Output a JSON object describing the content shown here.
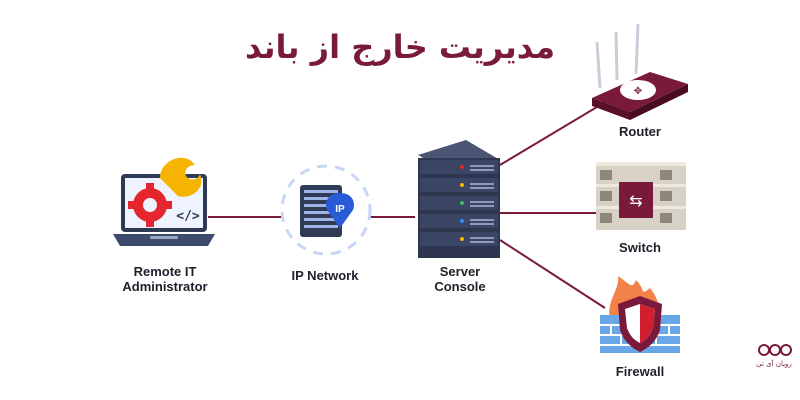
{
  "title": "مدیریت خارج از باند",
  "nodes": {
    "admin": {
      "label_line1": "Remote IT",
      "label_line2": "Administrator"
    },
    "network": {
      "label": "IP Network",
      "badge": "IP"
    },
    "server": {
      "label_line1": "Server",
      "label_line2": "Console"
    },
    "router": {
      "label": "Router"
    },
    "switch": {
      "label": "Switch"
    },
    "firewall": {
      "label": "Firewall"
    }
  },
  "brand": {
    "name": "رویان آی تی",
    "color": "#7a1a3a"
  },
  "colors": {
    "link": "#7a1a3a",
    "accent": "#d11f2f",
    "blue": "#2a5bd7"
  }
}
